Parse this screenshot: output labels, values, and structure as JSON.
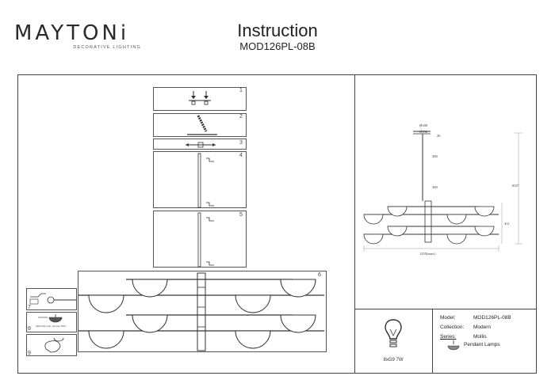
{
  "brand": {
    "name": "MAYTONi",
    "tagline": "DECORATIVE LIGHTING"
  },
  "header": {
    "title": "Instruction",
    "model": "MOD126PL-08B"
  },
  "steps": [
    "1",
    "2",
    "3",
    "4",
    "5",
    "6",
    "7",
    "8",
    "9"
  ],
  "step7_note": "LED (G9) strip, remove SRA.",
  "dimensions": {
    "d1": "Ø180",
    "d2": "Ø150",
    "d3": "26",
    "rod1": "300",
    "rod2": "300",
    "total_h": "1037",
    "body_h": "411",
    "width": "1255(max)"
  },
  "bulb": {
    "label": "8xG9 7W"
  },
  "specs": {
    "model_label": "Model:",
    "model_value": "MOD126PL-08B",
    "collection_label": "Collection:",
    "collection_value": "Modern",
    "series_label": "Series:",
    "series_value": "Mollis",
    "type_value": "Pendant Lamps"
  }
}
